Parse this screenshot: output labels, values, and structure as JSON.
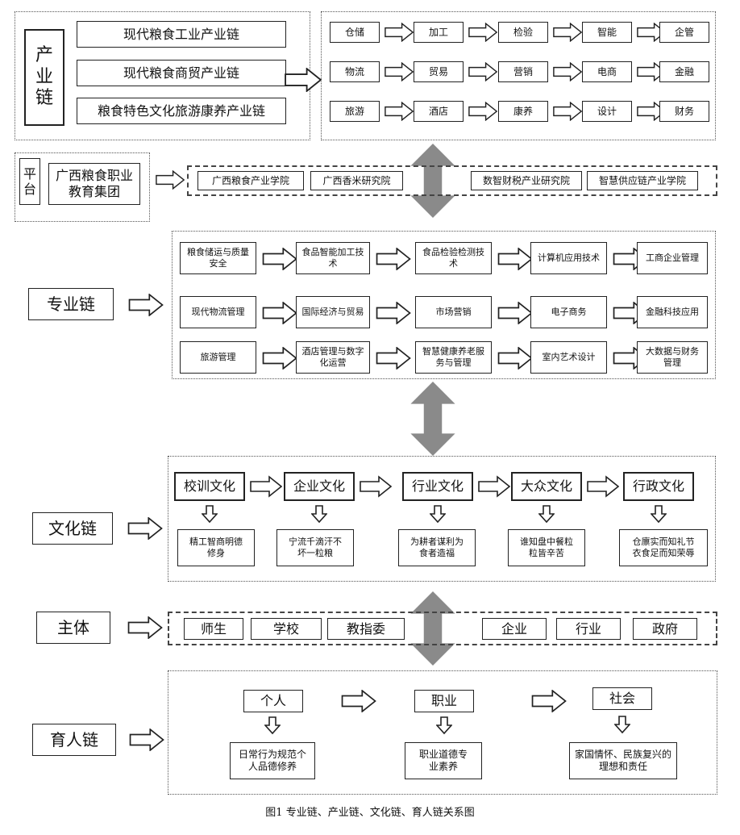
{
  "industry_chain": {
    "label": "产业链",
    "chains": [
      "现代粮食工业产业链",
      "现代粮食商贸产业链",
      "粮食特色文化旅游康养产业链"
    ],
    "rows": [
      [
        "仓储",
        "加工",
        "检验",
        "智能",
        "企管"
      ],
      [
        "物流",
        "贸易",
        "营销",
        "电商",
        "金融"
      ],
      [
        "旅游",
        "酒店",
        "康养",
        "设计",
        "财务"
      ]
    ]
  },
  "platform": {
    "label": "平台",
    "group": "广西粮食职业教育集团",
    "items": [
      "广西粮食产业学院",
      "广西香米研究院",
      "数智财税产业研究院",
      "智慧供应链产业学院"
    ]
  },
  "specialty_chain": {
    "label": "专业链",
    "rows": [
      [
        "粮食储运与质量安全",
        "食品智能加工技术",
        "食品检验检测技术",
        "计算机应用技术",
        "工商企业管理"
      ],
      [
        "现代物流管理",
        "国际经济与贸易",
        "市场营销",
        "电子商务",
        "金融科技应用"
      ],
      [
        "旅游管理",
        "酒店管理与数字化运营",
        "智慧健康养老服务与管理",
        "室内艺术设计",
        "大数据与财务管理"
      ]
    ]
  },
  "culture_chain": {
    "label": "文化链",
    "items": [
      {
        "name": "校训文化",
        "desc": "精工智商明德修身"
      },
      {
        "name": "企业文化",
        "desc": "宁流千滴汗不坏一粒粮"
      },
      {
        "name": "行业文化",
        "desc": "为耕者谋利为食者造福"
      },
      {
        "name": "大众文化",
        "desc": "谁知盘中餐粒粒皆辛苦"
      },
      {
        "name": "行政文化",
        "desc": "仓廪实而知礼节衣食足而知荣辱"
      }
    ]
  },
  "subjects": {
    "label": "主体",
    "items": [
      "师生",
      "学校",
      "教指委",
      "企业",
      "行业",
      "政府"
    ]
  },
  "education_chain": {
    "label": "育人链",
    "items": [
      {
        "name": "个人",
        "desc": "日常行为规范个人品德修养"
      },
      {
        "name": "职业",
        "desc": "职业道德专业素养"
      },
      {
        "name": "社会",
        "desc": "家国情怀、民族复兴的理想和责任"
      }
    ]
  },
  "caption": "图1  专业链、产业链、文化链、育人链关系图",
  "colors": {
    "line": "#222222",
    "double_arrow": "#8a8a8a",
    "background": "#ffffff"
  }
}
